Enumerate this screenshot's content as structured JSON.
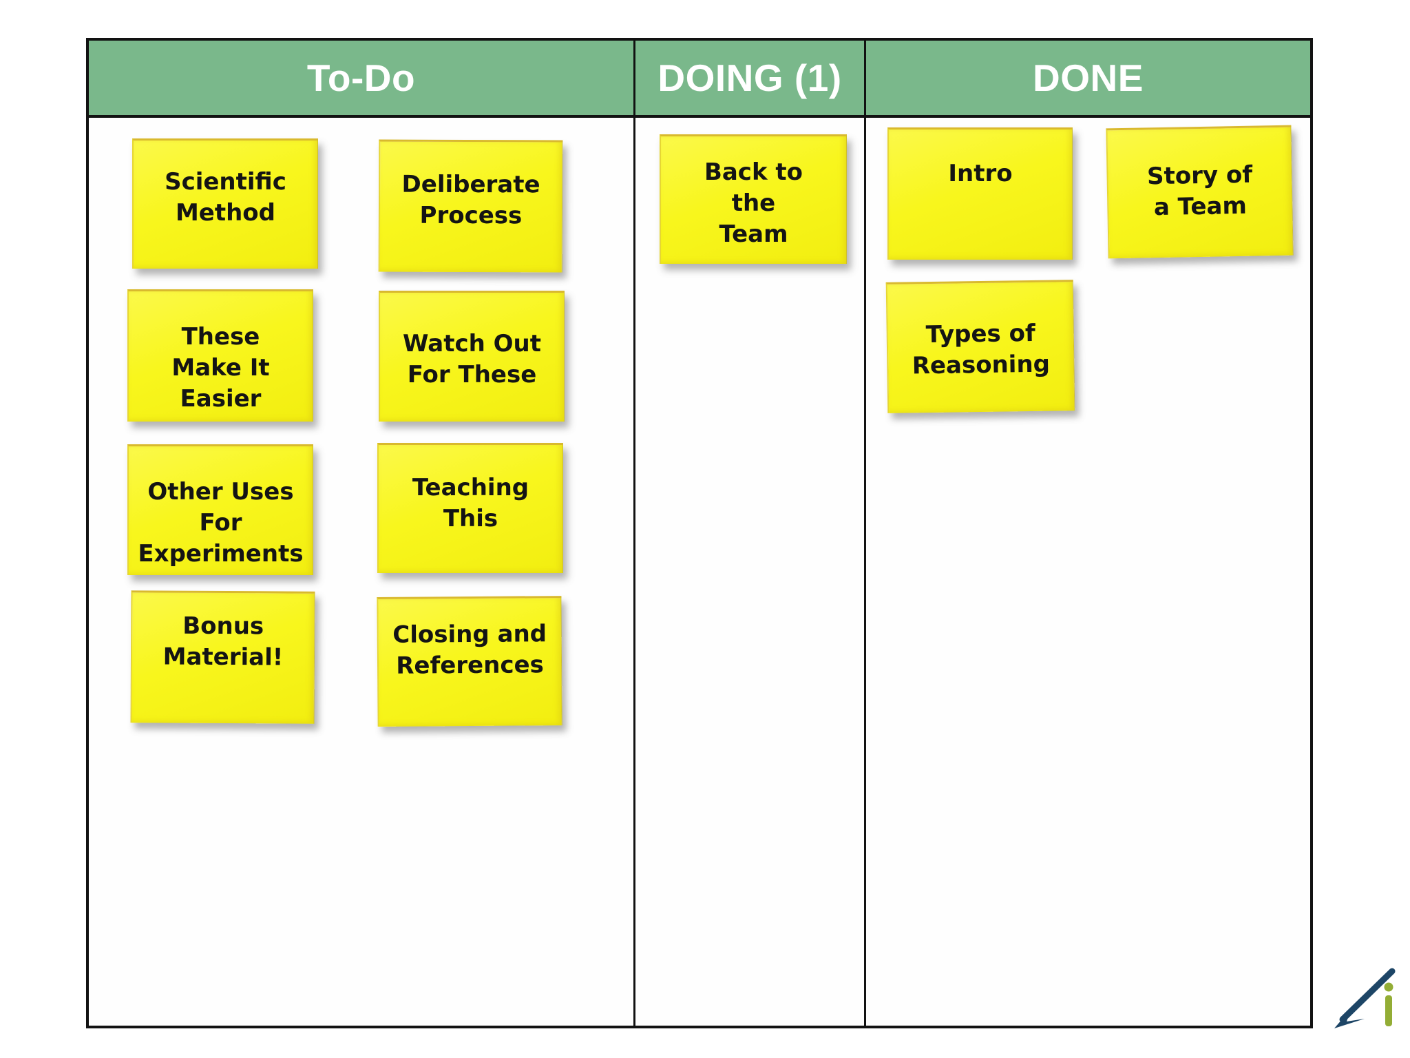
{
  "board": {
    "columns": [
      {
        "id": "todo",
        "label": "To-Do",
        "notes": [
          {
            "text": "Scientific\nMethod"
          },
          {
            "text": "Deliberate\nProcess"
          },
          {
            "text": "These\nMake It\nEasier"
          },
          {
            "text": "Watch Out\nFor These"
          },
          {
            "text": "Other Uses\nFor\nExperiments"
          },
          {
            "text": "Teaching\nThis"
          },
          {
            "text": "Bonus\nMaterial!"
          },
          {
            "text": "Closing and\nReferences"
          }
        ]
      },
      {
        "id": "doing",
        "label": "DOING (1)",
        "notes": [
          {
            "text": "Back to\nthe\nTeam"
          }
        ]
      },
      {
        "id": "done",
        "label": "DONE",
        "notes": [
          {
            "text": "Intro"
          },
          {
            "text": "Story of\na Team"
          },
          {
            "text": "Types of\nReasoning"
          }
        ]
      }
    ]
  },
  "colors": {
    "header_green": "#7ab88b",
    "header_text": "#ffffff",
    "note_yellow": "#f8f61d",
    "note_edge": "#d9b92e",
    "note_text": "#141414",
    "table_border": "#121212",
    "logo_navy": "#1d4566",
    "logo_green": "#93ad35"
  },
  "logo": {
    "name": "arrow-i-logo"
  }
}
